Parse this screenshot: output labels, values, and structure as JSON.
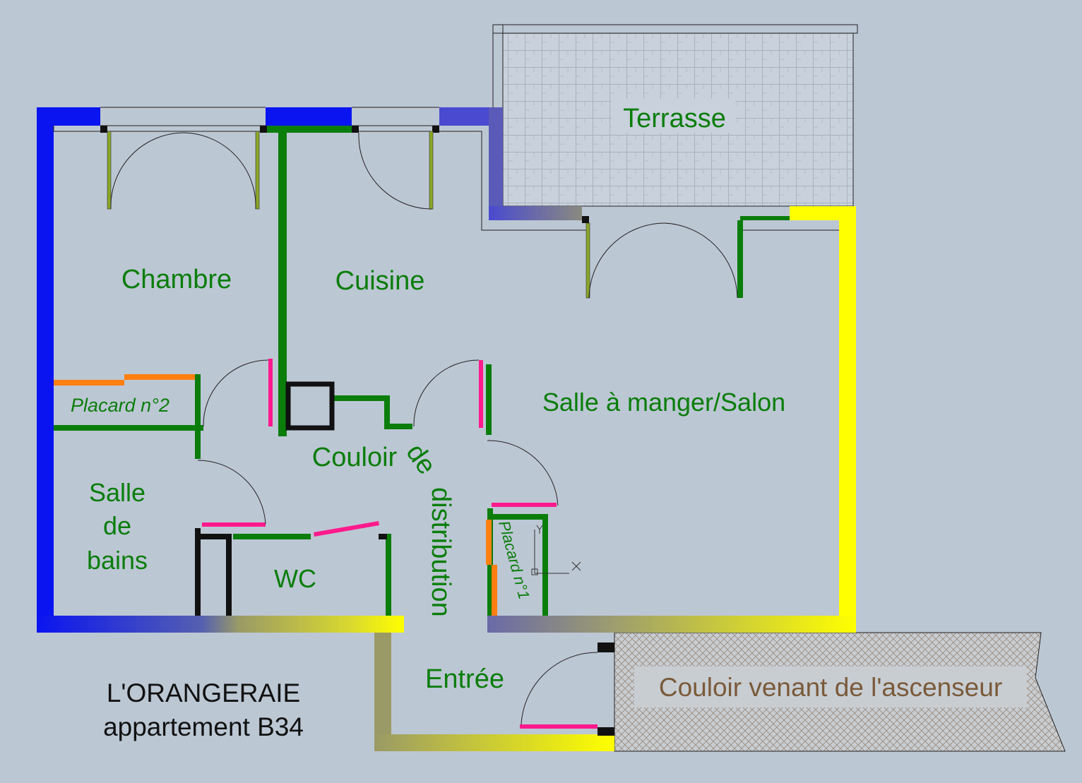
{
  "colors": {
    "background": "#bcc7d4",
    "wall_blue": "#0a14f0",
    "wall_yellow": "#ffff00",
    "wall_olive": "#9a9a66",
    "partition_green": "#0b7d0b",
    "door_leaf": "#8aa627",
    "placard_orange": "#ff7f10",
    "trim_pink": "#ff1a8c",
    "label_green": "#0b7d0b",
    "label_brown": "#7a5a3a",
    "title_black": "#111111"
  },
  "rooms": {
    "terrasse": "Terrasse",
    "chambre": "Chambre",
    "cuisine": "Cuisine",
    "salon": "Salle à manger/Salon",
    "placard2": "Placard n°2",
    "placard1": "Placard n°1",
    "salle_de_bains": [
      "Salle",
      "de",
      "bains"
    ],
    "wc": "WC",
    "couloir": "Couloir",
    "couloir_de": "de",
    "couloir_distribution": "distribution",
    "entree": "Entrée",
    "couloir_ascenseur": "Couloir venant de l'ascenseur"
  },
  "title": {
    "line1": "L'ORANGERAIE",
    "line2": "appartement B34"
  }
}
